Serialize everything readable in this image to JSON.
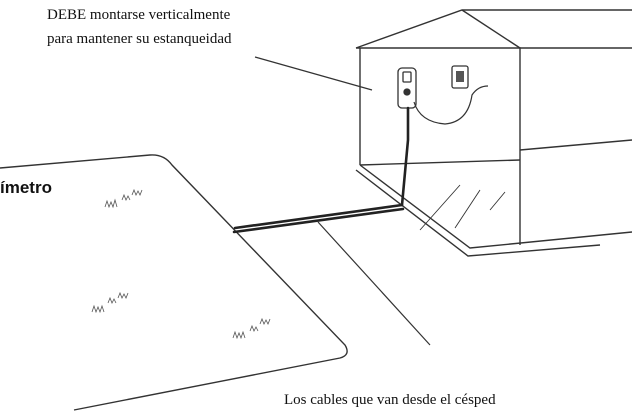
{
  "captions": {
    "top_line_1": "DEBE montarse verticalmente",
    "top_line_2": "para mantener su estanqueidad",
    "bottom": "Los cables que van desde el césped"
  },
  "section_label": "ímetro",
  "icons": [
    "house-icon",
    "charging-station-icon",
    "power-outlet-icon",
    "lawn-icon",
    "grass-tuft-icon",
    "cable-icon"
  ],
  "colors": {
    "line": "#333333",
    "cable": "#222222",
    "text": "#111111"
  }
}
